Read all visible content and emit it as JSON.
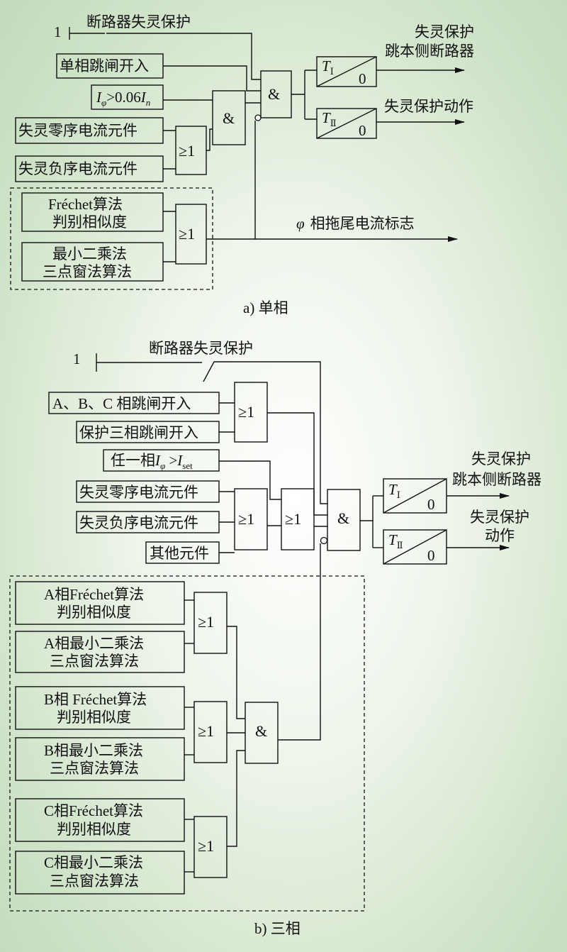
{
  "diagram_a": {
    "caption": "a) 单相",
    "one": "1",
    "breaker_fail_label": "断路器失灵保护",
    "single_trip": "单相跳闸开入",
    "current_cond": {
      "i": "I",
      "phi": "φ",
      "gt": ">0.06",
      "in_i": "I",
      "in_n": "n"
    },
    "zero_seq": "失灵零序电流元件",
    "neg_seq": "失灵负序电流元件",
    "frechet_l1": "Fréchet算法",
    "frechet_l2": "判别相似度",
    "lsq_l1": "最小二乘法",
    "lsq_l2": "三点窗法算法",
    "and_gate": "&",
    "or_gate": "≥1",
    "t1": {
      "t": "T",
      "sub": "Ⅰ",
      "zero": "0"
    },
    "t2": {
      "t": "T",
      "sub": "Ⅱ",
      "zero": "0"
    },
    "out1_l1": "失灵保护",
    "out1_l2": "跳本侧断路器",
    "out2": "失灵保护动作",
    "out3_phi": "φ",
    "out3": "相拖尾电流标志"
  },
  "diagram_b": {
    "caption": "b) 三相",
    "one": "1",
    "breaker_fail_label": "断路器失灵保护",
    "abc_trip": "A、B、C 相跳闸开入",
    "three_trip": "保护三相跳闸开入",
    "any_phase": {
      "pre": "任一相",
      "i": "I",
      "phi": "φ",
      "gt": " >",
      "iset_i": "I",
      "iset_sub": "set"
    },
    "zero_seq": "失灵零序电流元件",
    "neg_seq": "失灵负序电流元件",
    "other": "其他元件",
    "a_frechet_l1": "A相Fréchet算法",
    "a_frechet_l2": "判别相似度",
    "a_lsq_l1": "A相最小二乘法",
    "a_lsq_l2": "三点窗法算法",
    "b_frechet_l1": "B相 Fréchet算法",
    "b_frechet_l2": "判别相似度",
    "b_lsq_l1": "B相最小二乘法",
    "b_lsq_l2": "三点窗法算法",
    "c_frechet_l1": "C相Fréchet算法",
    "c_frechet_l2": "判别相似度",
    "c_lsq_l1": "C相最小二乘法",
    "c_lsq_l2": "三点窗法算法",
    "and_gate": "&",
    "or_gate": "≥1",
    "t1": {
      "t": "T",
      "sub": "Ⅰ",
      "zero": "0"
    },
    "t2": {
      "t": "T",
      "sub": "Ⅱ",
      "zero": "0"
    },
    "out1_l1": "失灵保护",
    "out1_l2": "跳本侧断路器",
    "out2_l1": "失灵保护",
    "out2_l2": "动作"
  }
}
